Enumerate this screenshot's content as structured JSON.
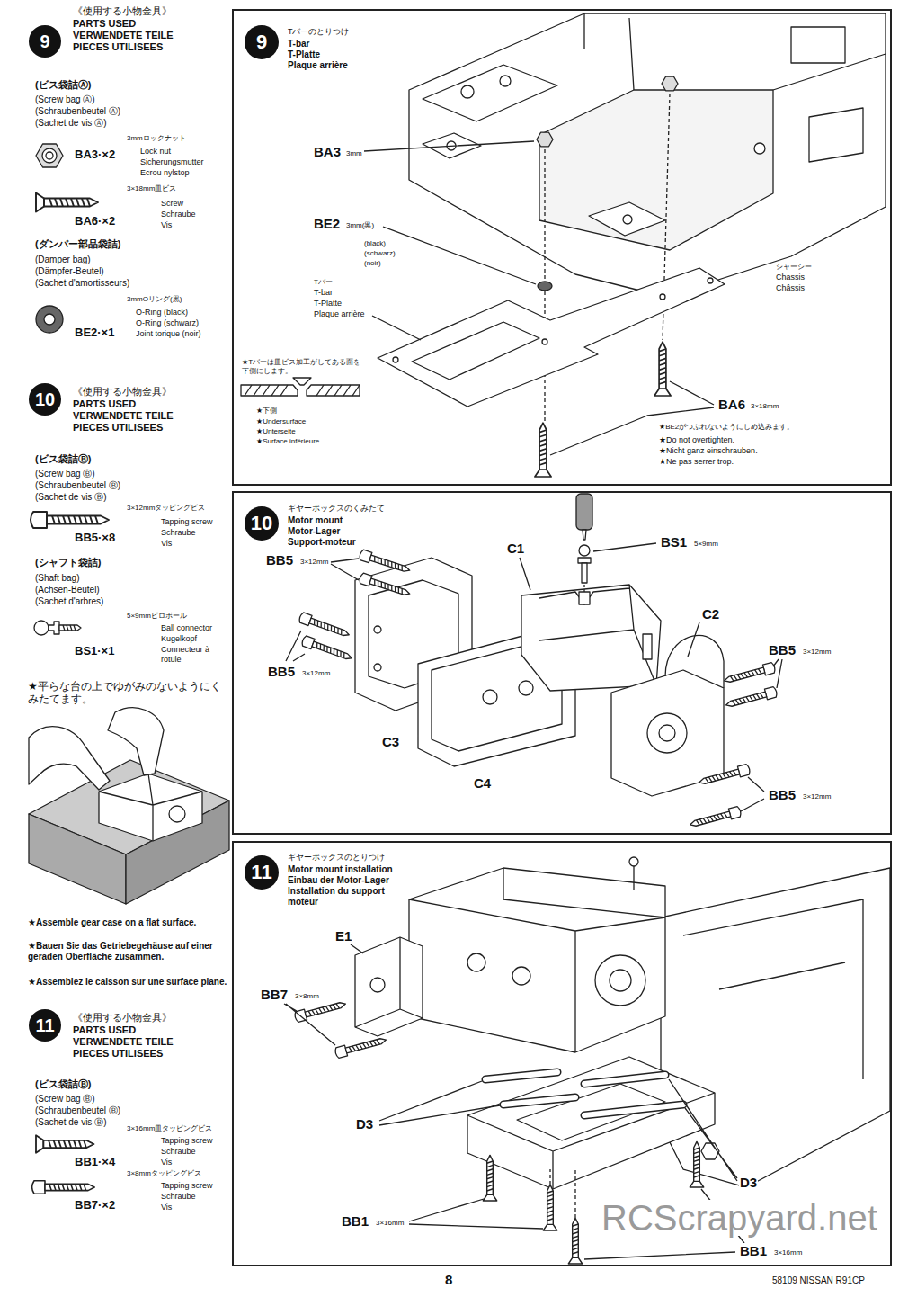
{
  "diagram": {
    "nodes": [
      {
        "text": [
          "9"
        ]
      },
      {
        "text": [
          "Tバーのとりつけ",
          "T-bar",
          "T-Platte",
          "Plaque arrière"
        ]
      },
      {
        "text": [
          "9"
        ],
        "in": 1
      },
      {
        "text": [
          "10"
        ]
      },
      {
        "text": [
          "ギヤーボックスのくみたて",
          "Motor mount",
          "Motor-Lager",
          "Support-moteur"
        ]
      },
      {
        "text": [
          "10"
        ],
        "in": 4
      },
      {
        "text": [
          "11"
        ]
      },
      {
        "text": [
          "ギヤーボックスのとりつけ",
          "Motor mount installation",
          "Einbau der Motor-Lager",
          "Installation du support moteur"
        ]
      },
      {
        "text": [
          "11"
        ],
        "in": 7
      }
    ],
    "edges": [],
    "labels": [
      "《使用する小物金具》",
      "PARTS USED",
      "VERWENDETE TEILE",
      "PIECES UTILISEES",
      "(ビス袋詰Ⓐ)",
      "(Screw bag Ⓐ)",
      "(Schraubenbeutel Ⓐ)",
      "(Sachet de vis Ⓐ)",
      "3mmロックナット",
      "BA3·×2",
      "Lock nut",
      "Sicherungsmutter",
      "Ecrou nylstop",
      "3×18mm皿ビス",
      "BA6·×2",
      "Screw",
      "Schraube",
      "Vis",
      "(ダンパー部品袋詰)",
      "(Damper bag)",
      "(Dämpfer-Beutel)",
      "(Sachet d'amortisseurs)",
      "3mmOリング(黒)",
      "BE2·×1",
      "O-Ring (black)",
      "O-Ring (schwarz)",
      "Joint torique (noir)",
      "《使用する小物金具》",
      "PARTS USED",
      "VERWENDETE TEILE",
      "PIECES UTILISEES",
      "(ビス袋詰Ⓑ)",
      "(Screw bag Ⓑ)",
      "(Schraubenbeutel Ⓑ)",
      "(Sachet de vis Ⓑ)",
      "3×12mmタッピングビス",
      "BB5·×8",
      "Tapping screw",
      "Schraube",
      "Vis",
      "(シャフト袋詰)",
      "(Shaft bag)",
      "(Achsen-Beutel)",
      "(Sachet d'arbres)",
      "5×9mmピロボール",
      "BS1·×1",
      "Ball connector",
      "Kugelkopf",
      "Connecteur à rotule",
      "★平らな台の上でゆがみのないようにくみたてます。",
      "★Assemble gear case on a flat surface.",
      "★Bauen Sie das Getriebegehäuse auf einer geraden Oberfläche zusammen.",
      "★Assemblez le caisson sur une surface plane.",
      "《使用する小物金具》",
      "PARTS USED",
      "VERWENDETE TEILE",
      "PIECES UTILISEES",
      "(ビス袋詰Ⓑ)",
      "(Screw bag Ⓑ)",
      "(Schraubenbeutel Ⓑ)",
      "(Sachet de vis Ⓑ)",
      "3×16mm皿タッピングビス",
      "BB1·×4",
      "Tapping screw",
      "Schraube",
      "Vis",
      "3×8mmタッピングビス",
      "BB7·×2",
      "Tapping screw",
      "Schraube",
      "Vis",
      "BA3",
      "3mm",
      "BE2",
      "3mm(黒)",
      "(black)",
      "(schwarz)",
      "(noir)",
      "Tバー",
      "T-bar",
      "T-Platte",
      "Plaque arrière",
      "シャーシー",
      "Chassis",
      "Châssis",
      "★Tバーは皿ビス加工がしてある面を下側にします。",
      "★下側",
      "★Undersurface",
      "★Unterseite",
      "★Surface inférieure",
      "BA6",
      "3×18mm",
      "★BE2がつぶれないようにしめ込みます。",
      "★Do not overtighten.",
      "★Nicht ganz einschrauben.",
      "★Ne pas serrer trop.",
      "BB5",
      "3×12mm",
      "C1",
      "BS1",
      "5×9mm",
      "C2",
      "BB5",
      "3×12mm",
      "BB5",
      "3×12mm",
      "C3",
      "C4",
      "BB5",
      "3×12mm",
      "E1",
      "BB7",
      "3×8mm",
      "D3",
      "D3",
      "BB1",
      "3×16mm",
      "BB1",
      "3×16mm",
      "8",
      "58109 NISSAN R91CP",
      "RCScrapyard.net"
    ]
  }
}
